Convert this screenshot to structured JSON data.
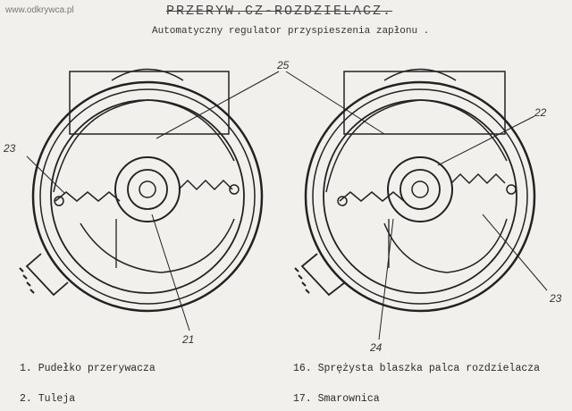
{
  "watermark": "www.odkrywca.pl",
  "title": "PRZERYW.CZ-ROZDZIELACZ.",
  "subtitle": "Automatyczny regulator przyspieszenia zapłonu .",
  "labels": {
    "l25": "25",
    "l23a": "23",
    "l21": "21",
    "l22": "22",
    "l23b": "23",
    "l24": "24"
  },
  "legend": {
    "item1": "1. Pudełko przerywacza",
    "item2": "2. Tuleja",
    "item16": "16. Sprężysta blaszka palca rozdzielacza",
    "item17": "17. Smarownica"
  },
  "colors": {
    "ink": "#222222",
    "paper": "#f2f0ec"
  }
}
